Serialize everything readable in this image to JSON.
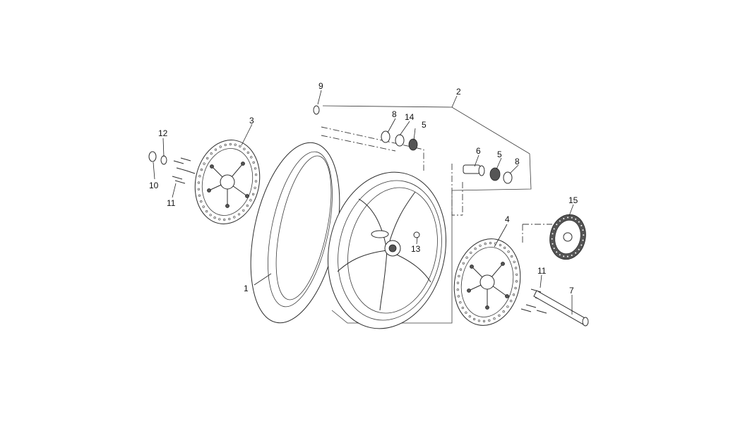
{
  "diagram": {
    "callouts": [
      "1",
      "2",
      "3",
      "4",
      "5",
      "5",
      "6",
      "7",
      "8",
      "8",
      "9",
      "10",
      "11",
      "11",
      "12",
      "13",
      "14",
      "15"
    ]
  }
}
